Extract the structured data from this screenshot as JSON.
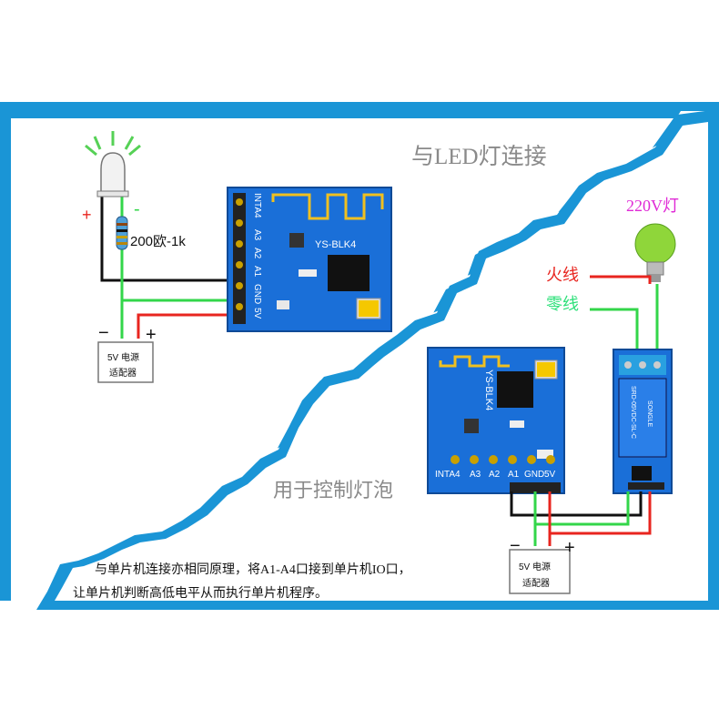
{
  "title_top": "与LED灯连接",
  "title_bottom": "用于控制灯泡",
  "resistor_label": "200欧-1k",
  "led_plus": "+",
  "led_minus": "-",
  "bulb_label": "220V灯",
  "live_wire": "火线",
  "neutral_wire": "零线",
  "module_name": "YS-BLK4",
  "pins": [
    "INTA4",
    "A3",
    "A2",
    "A1",
    "GND",
    "5V"
  ],
  "adapter": {
    "line1": "5V 电源",
    "line2": "适配器",
    "plus": "+",
    "minus": "−"
  },
  "relay_text": [
    "SRD-05VDC-SL-C",
    "SONGLE"
  ],
  "note_line1": "与单片机连接亦相同原理，将A1-A4口接到单片机IO口，",
  "note_line2": "让单片机判断高低电平从而执行单片机程序。",
  "colors": {
    "frame": "#1a95d6",
    "pcb": "#1a6fd8",
    "wire_red": "#e8251f",
    "wire_green": "#33d64a",
    "wire_black": "#111111",
    "title_grey": "#8a8a8a",
    "bulb_label": "#e02ad6",
    "live": "#e8251f",
    "neutral": "#2ee07a"
  }
}
